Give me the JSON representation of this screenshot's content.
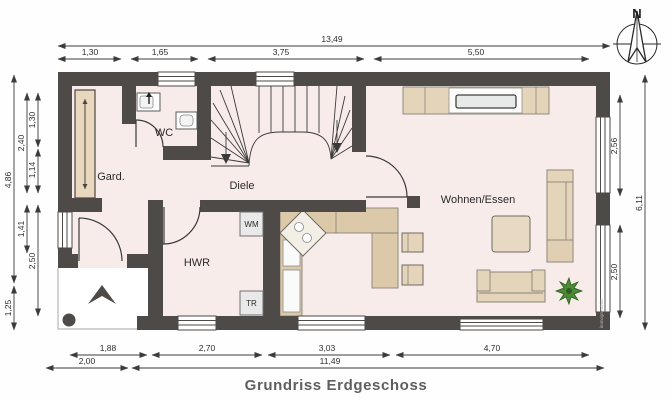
{
  "title": "Grundriss Erdgeschoss",
  "compass": {
    "north_label": "N"
  },
  "rooms": {
    "garderobe": "Gard.",
    "wc": "WC",
    "hallway": "Diele",
    "utility": "HWR",
    "living_dining": "Wohnen/Essen"
  },
  "appliances": {
    "washing_machine": "WM",
    "dryer": "TR"
  },
  "dimensions": {
    "top": {
      "total": "13,49",
      "segments": [
        "1,30",
        "1,65",
        "3,75",
        "5,50"
      ]
    },
    "left": {
      "outer": [
        "4,86",
        "1,25"
      ],
      "middle": [
        "2,40",
        "1,41"
      ],
      "inner": [
        "1,30",
        "1,14",
        "2,50"
      ]
    },
    "right": {
      "inner": [
        "2,56",
        "2,50"
      ],
      "total": "6,11"
    },
    "bottom": {
      "segments": [
        "1,88",
        "2,70",
        "3,03",
        "4,70"
      ],
      "outer": [
        "2,00",
        "11,49"
      ]
    }
  },
  "watermark": "immogrundriss",
  "colors": {
    "wall": "#4e4a47",
    "floor": "#f8ecea",
    "furniture": "#e4d4b9",
    "counter": "#dbc9a9",
    "plant": "#4d8a36",
    "dimension_text": "#2e2e2e",
    "title_text": "#5f5f5f"
  }
}
